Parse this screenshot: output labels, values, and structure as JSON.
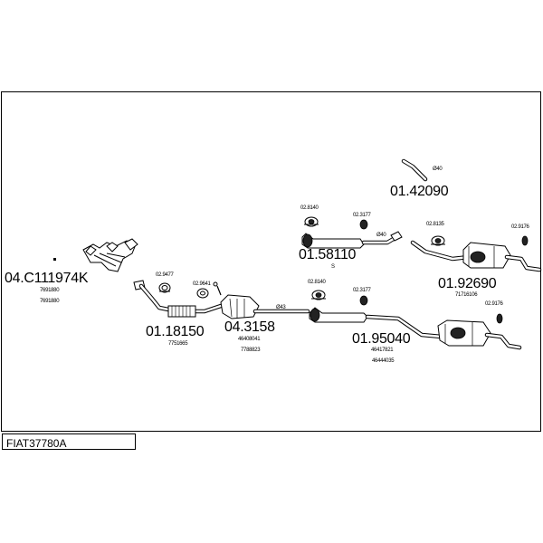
{
  "title": "FIAT37780A",
  "parts": [
    {
      "id": "manifold",
      "number": "04.C111974K",
      "refs": [
        "7691880",
        "7691880"
      ]
    },
    {
      "id": "front-pipe",
      "number": "01.18150",
      "refs": [
        "7751665"
      ]
    },
    {
      "id": "catalyst",
      "number": "04.3158",
      "refs": [
        "46408041",
        "7788823"
      ]
    },
    {
      "id": "middle-silencer-upper",
      "number": "01.58110",
      "refs": [
        "S"
      ]
    },
    {
      "id": "tail-pipe-upper",
      "number": "01.42090",
      "refs": []
    },
    {
      "id": "rear-silencer-upper",
      "number": "01.92690",
      "refs": [
        "71716106"
      ]
    },
    {
      "id": "middle-rear-assembly",
      "number": "01.95040",
      "refs": [
        "46417821",
        "46444035"
      ]
    }
  ],
  "small_parts": [
    {
      "id": "clamp-front",
      "number": "02.9477"
    },
    {
      "id": "gasket-front",
      "number": "02.9641"
    },
    {
      "id": "mount-upper-1",
      "number": "02.8140"
    },
    {
      "id": "mount-upper-2",
      "number": "02.3177"
    },
    {
      "id": "mount-lower-1",
      "number": "02.8140"
    },
    {
      "id": "mount-lower-2",
      "number": "02.3177"
    },
    {
      "id": "mount-rear-upper-1",
      "number": "02.8135"
    },
    {
      "id": "mount-rear-upper-2",
      "number": "02.9176"
    },
    {
      "id": "mount-rear-lower",
      "number": "02.9176"
    }
  ],
  "diameters": {
    "d40_tail": "Ø40",
    "d40_mid": "Ø40",
    "d43": "Ø43"
  }
}
